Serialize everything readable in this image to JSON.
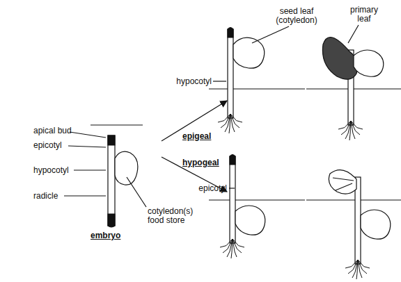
{
  "diagram": {
    "labels": [
      "seed leaf (cotyledon)",
      "primary leaf",
      "hypocotyl",
      "apical bud",
      "epicotyl",
      "epigeal",
      "hypocotyl",
      "hypogeal",
      "epicotyl",
      "radicle",
      "cotyledon(s) food store",
      "embryo"
    ]
  }
}
